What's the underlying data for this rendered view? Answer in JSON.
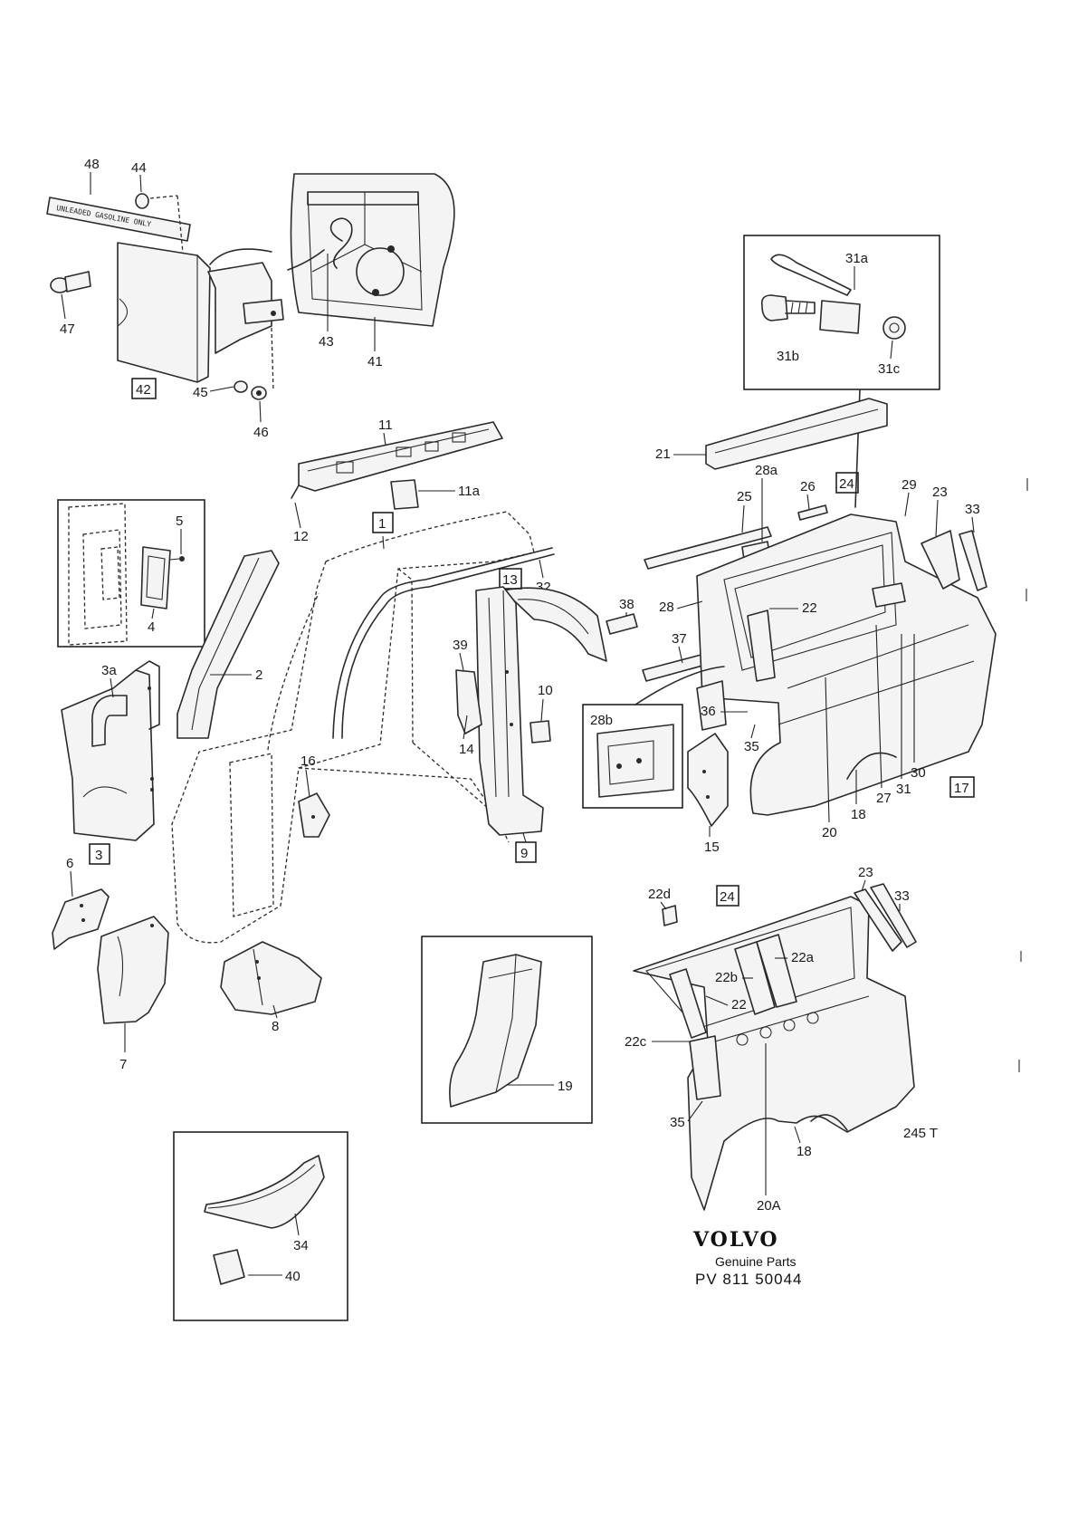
{
  "diagram": {
    "model": "245 T",
    "brand": "VOLVO",
    "subtitle": "Genuine Parts",
    "catalog_number": "PV 811 50044",
    "decal_text": "UNLEADED GASOLINE ONLY",
    "callouts": {
      "p1": "1",
      "p2": "2",
      "p3": "3",
      "p3a": "3a",
      "p4": "4",
      "p5": "5",
      "p6": "6",
      "p7": "7",
      "p8": "8",
      "p9": "9",
      "p10": "10",
      "p11": "11",
      "p11a": "11a",
      "p12": "12",
      "p13": "13",
      "p14": "14",
      "p15": "15",
      "p16": "16",
      "p17": "17",
      "p18a": "18",
      "p18b": "18",
      "p19": "19",
      "p20": "20",
      "p20A": "20A",
      "p21": "21",
      "p22a_": "22",
      "p22b_": "22",
      "p22a": "22a",
      "p22b": "22b",
      "p22c": "22c",
      "p22d": "22d",
      "p23a": "23",
      "p23b": "23",
      "p24a": "24",
      "p24b": "24",
      "p25": "25",
      "p26": "26",
      "p27": "27",
      "p28": "28",
      "p28a": "28a",
      "p28b": "28b",
      "p29": "29",
      "p30": "30",
      "p31": "31",
      "p31a": "31a",
      "p31b": "31b",
      "p31c": "31c",
      "p32": "32",
      "p33a": "33",
      "p33b": "33",
      "p34": "34",
      "p35a": "35",
      "p35b": "35",
      "p36": "36",
      "p37": "37",
      "p38": "38",
      "p39": "39",
      "p40": "40",
      "p41": "41",
      "p42": "42",
      "p43": "43",
      "p44": "44",
      "p45": "45",
      "p46": "46",
      "p47": "47",
      "p48": "48"
    }
  }
}
